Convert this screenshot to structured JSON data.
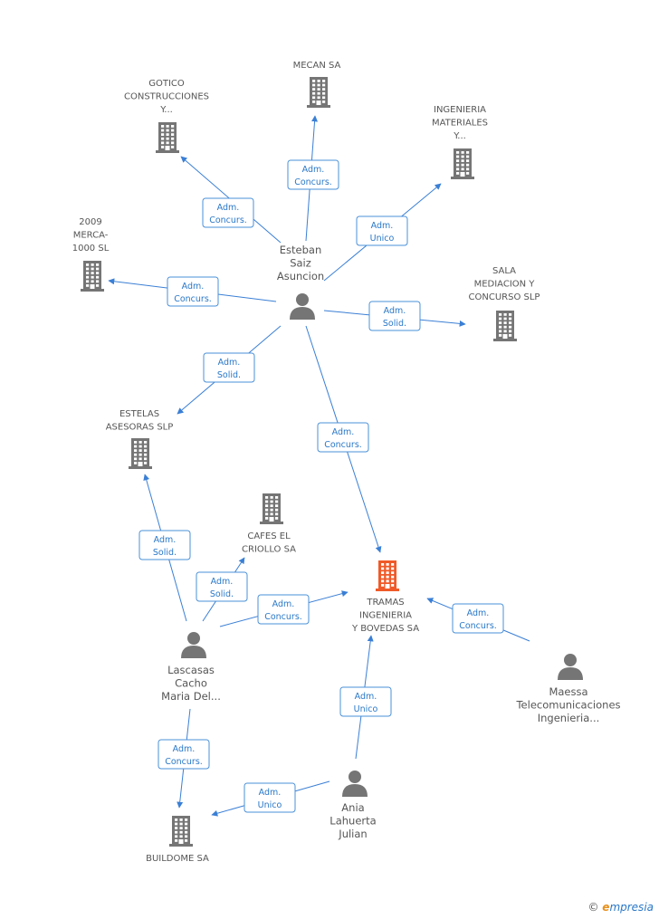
{
  "colors": {
    "company": "#757575",
    "focus": "#f05a28",
    "person": "#757575",
    "edge": "#3a7fd5"
  },
  "nodes": [
    {
      "id": "mecan",
      "kind": "company",
      "lines": [
        "MECAN SA"
      ]
    },
    {
      "id": "gotico",
      "kind": "company",
      "lines": [
        "GOTICO",
        "CONSTRUCCIONES",
        "Y..."
      ]
    },
    {
      "id": "ingmat",
      "kind": "company",
      "lines": [
        "INGENIERIA",
        "MATERIALES",
        "Y..."
      ]
    },
    {
      "id": "merca",
      "kind": "company",
      "lines": [
        "2009",
        "MERCA-",
        "1000 SL"
      ]
    },
    {
      "id": "sala",
      "kind": "company",
      "lines": [
        "SALA",
        "MEDIACION Y",
        "CONCURSO  SLP"
      ]
    },
    {
      "id": "estelas",
      "kind": "company",
      "lines": [
        "ESTELAS",
        "ASESORAS SLP"
      ]
    },
    {
      "id": "cafes",
      "kind": "company",
      "lines": [
        "CAFES EL",
        "CRIOLLO SA"
      ]
    },
    {
      "id": "tramas",
      "kind": "focus",
      "lines": [
        "TRAMAS",
        "INGENIERIA",
        "Y BOVEDAS SA"
      ]
    },
    {
      "id": "buildome",
      "kind": "company",
      "lines": [
        "BUILDOME SA"
      ]
    },
    {
      "id": "esteban",
      "kind": "person",
      "lines": [
        "Esteban",
        "Saiz",
        "Asuncion"
      ]
    },
    {
      "id": "lascasas",
      "kind": "person",
      "lines": [
        "Lascasas",
        "Cacho",
        "Maria Del..."
      ]
    },
    {
      "id": "ania",
      "kind": "person",
      "lines": [
        "Ania",
        "Lahuerta",
        "Julian"
      ]
    },
    {
      "id": "maessa",
      "kind": "person",
      "lines": [
        "Maessa",
        "Telecomunicaciones",
        "Ingenieria..."
      ]
    }
  ],
  "edges": [
    {
      "from": "esteban",
      "to": "mecan",
      "label": [
        "Adm.",
        "Concurs."
      ]
    },
    {
      "from": "esteban",
      "to": "gotico",
      "label": [
        "Adm.",
        "Concurs."
      ]
    },
    {
      "from": "esteban",
      "to": "ingmat",
      "label": [
        "Adm.",
        "Unico"
      ]
    },
    {
      "from": "esteban",
      "to": "merca",
      "label": [
        "Adm.",
        "Concurs."
      ]
    },
    {
      "from": "esteban",
      "to": "sala",
      "label": [
        "Adm.",
        "Solid."
      ]
    },
    {
      "from": "esteban",
      "to": "estelas",
      "label": [
        "Adm.",
        "Solid."
      ]
    },
    {
      "from": "esteban",
      "to": "tramas",
      "label": [
        "Adm.",
        "Concurs."
      ]
    },
    {
      "from": "lascasas",
      "to": "estelas",
      "label": [
        "Adm.",
        "Solid."
      ]
    },
    {
      "from": "lascasas",
      "to": "cafes",
      "label": [
        "Adm.",
        "Solid."
      ]
    },
    {
      "from": "lascasas",
      "to": "tramas",
      "label": [
        "Adm.",
        "Concurs."
      ]
    },
    {
      "from": "lascasas",
      "to": "buildome",
      "label": [
        "Adm.",
        "Concurs."
      ]
    },
    {
      "from": "ania",
      "to": "tramas",
      "label": [
        "Adm.",
        "Unico"
      ]
    },
    {
      "from": "ania",
      "to": "buildome",
      "label": [
        "Adm.",
        "Unico"
      ]
    },
    {
      "from": "maessa",
      "to": "tramas",
      "label": [
        "Adm.",
        "Concurs."
      ]
    }
  ],
  "brand": {
    "copyright": "©",
    "initial": "e",
    "rest": "mpresia"
  }
}
